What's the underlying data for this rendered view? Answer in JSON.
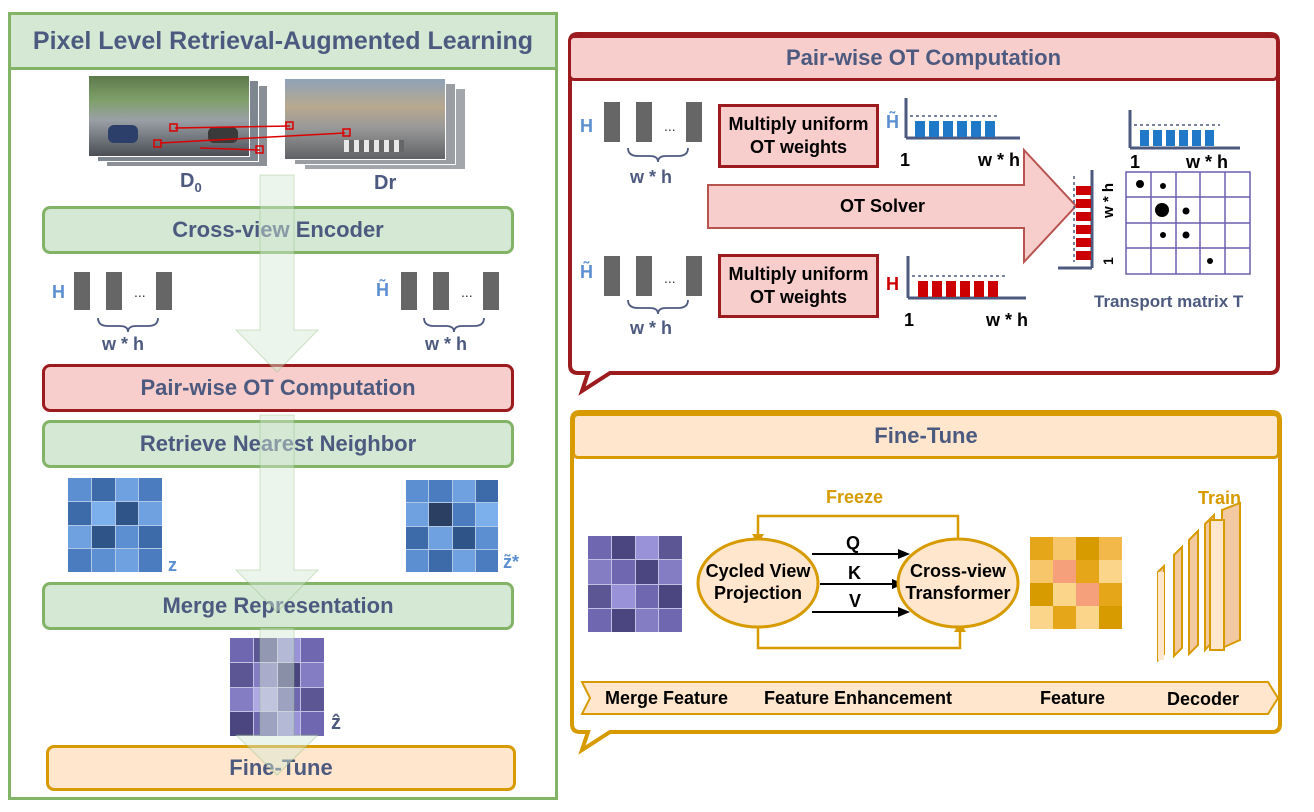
{
  "left": {
    "title": "Pixel Level Retrieval-Augmented Learning",
    "img_label_d0_main": "D",
    "img_label_d0_sub": "0",
    "img_label_dr": "Dr",
    "encoder": "Cross-view Encoder",
    "h_label": "H",
    "htilde_label": "H̃",
    "dots": "...",
    "wh": "w * h",
    "ot": "Pair-wise OT Computation",
    "retrieve": "Retrieve Nearest Neighbor",
    "z_label": "z",
    "zstar_label": "z̃*",
    "merge": "Merge Representation",
    "zhat_label": "ẑ",
    "finetune": "Fine-Tune"
  },
  "ot_panel": {
    "title": "Pair-wise OT Computation",
    "h_label": "H",
    "htilde_label": "H̃",
    "dots": "...",
    "wh": "w * h",
    "mult_line1": "Multiply uniform",
    "mult_line2": "OT weights",
    "hist_top_label": "H̃",
    "hist_bottom_label": "H",
    "axis_one": "1",
    "axis_wh": "w * h",
    "solver": "OT Solver",
    "matrix_label": "Transport matrix T"
  },
  "ft_panel": {
    "title": "Fine-Tune",
    "freeze": "Freeze",
    "train": "Train",
    "cycled_line1": "Cycled View",
    "cycled_line2": "Projection",
    "cross_line1": "Cross-view",
    "cross_line2": "Transformer",
    "q": "Q",
    "k": "K",
    "v": "V",
    "bar_merge": "Merge Feature",
    "bar_enh": "Feature Enhancement",
    "bar_feature": "Feature",
    "bar_decoder": "Decoder"
  },
  "colors": {
    "green_fill": "#d5e8d4",
    "green_border": "#82b366",
    "red_fill": "#f8cecc",
    "red_border": "#9b1b1e",
    "orange_fill": "#ffe6cc",
    "orange_border": "#d79b00",
    "text": "#4d5a80",
    "blue_bar": "#1f78c8",
    "red_bar": "#cc0000"
  }
}
